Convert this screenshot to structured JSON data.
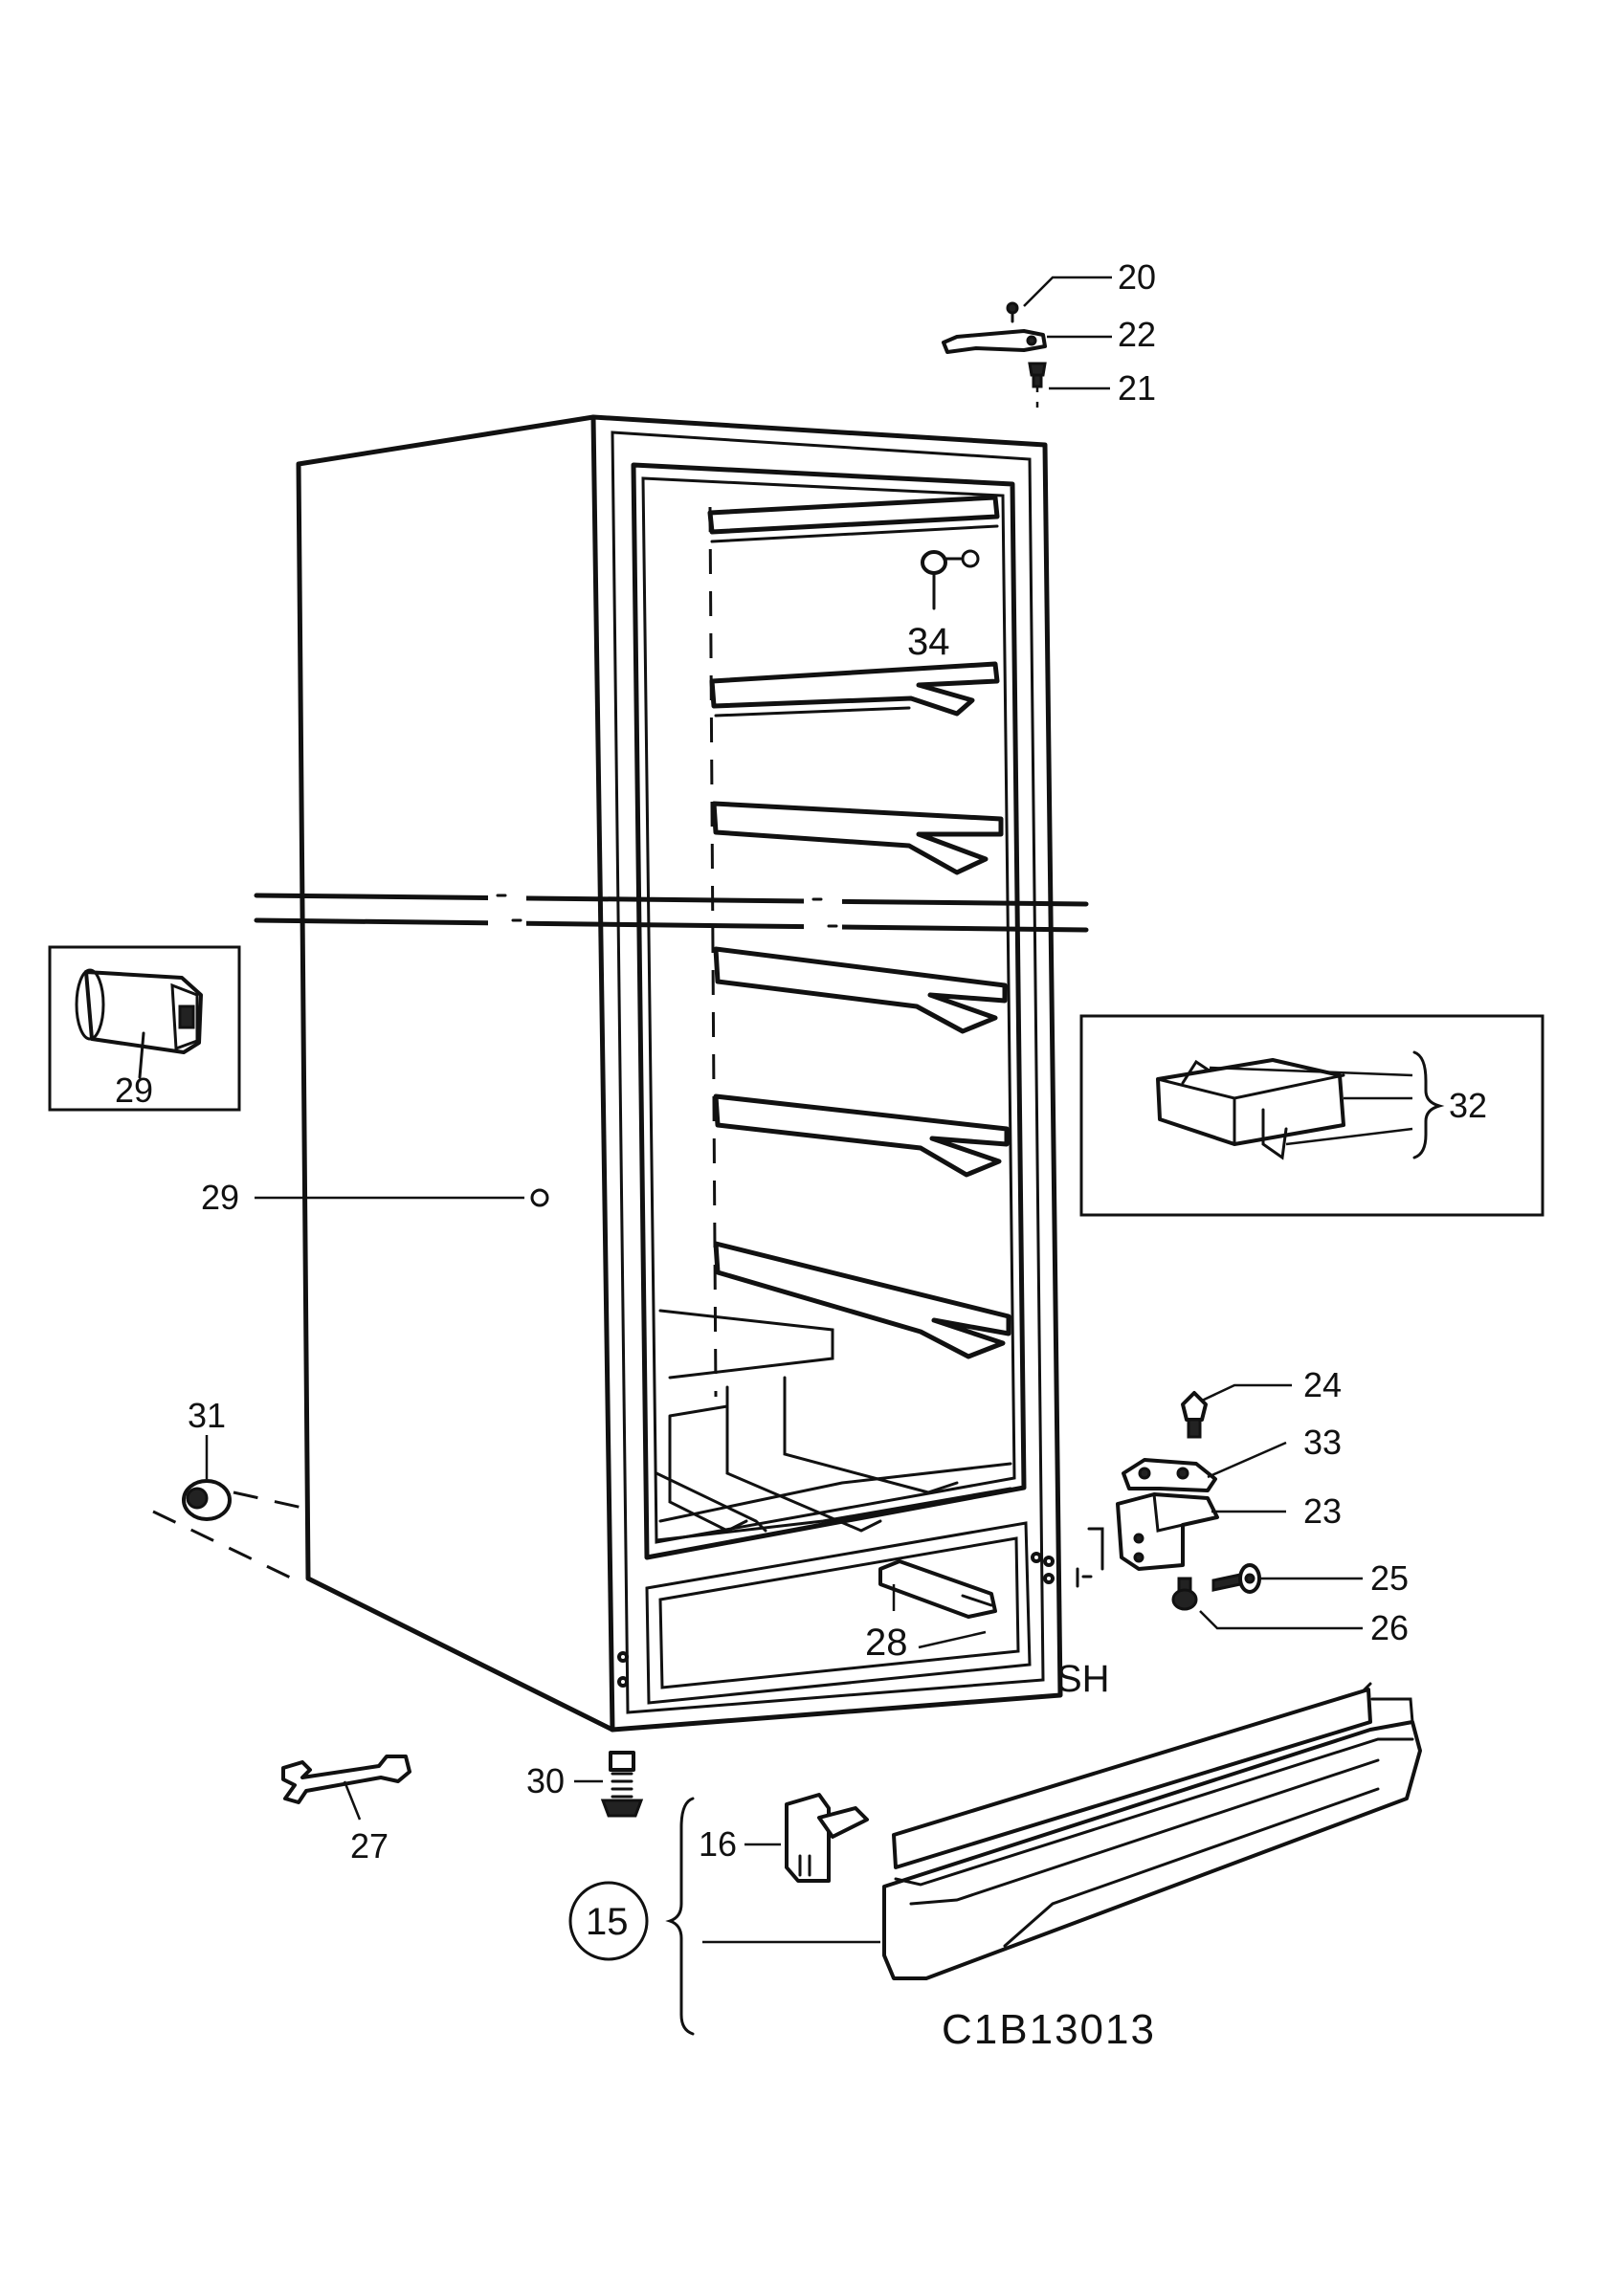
{
  "labels": {
    "l20": "20",
    "l22": "22",
    "l21": "21",
    "l34": "34",
    "l29_box": "29",
    "l29": "29",
    "l32": "32",
    "l24": "24",
    "l33": "33",
    "l23": "23",
    "l25": "25",
    "l26": "26",
    "l31": "31",
    "l28": "28",
    "l30": "30",
    "l27": "27",
    "l16": "16",
    "l15": "15"
  },
  "marks": {
    "sh": "SH",
    "drawing_code": "C1B13013"
  }
}
